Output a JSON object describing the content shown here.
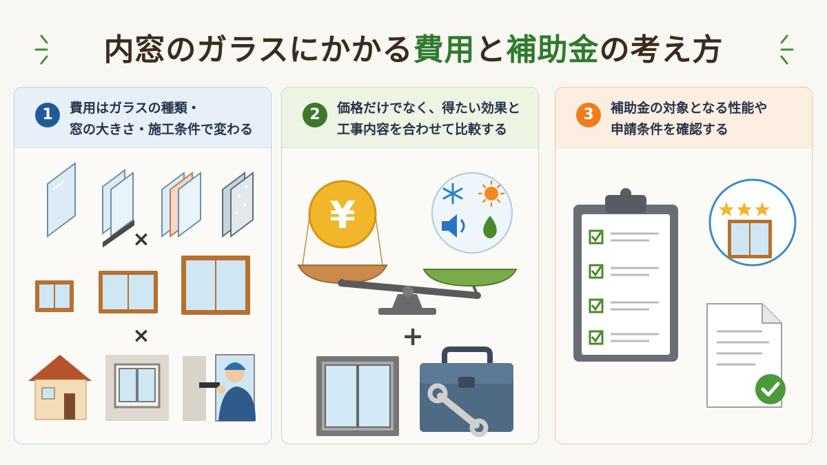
{
  "title": {
    "part1": "内窓のガラスにかかる",
    "part2": "費用",
    "part3": "と",
    "part4": "補助金",
    "part5": "の考え方"
  },
  "colors": {
    "blue_accent": "#1f5a9a",
    "green_accent": "#3a7a2a",
    "orange_accent": "#ef7d1a",
    "title_brown": "#3b2a1e",
    "title_green": "#2f7a2f"
  },
  "panels": [
    {
      "number": "1",
      "heading_line1": "費用はガラスの種類・",
      "heading_line2": "窓の大きさ・施工条件で変わる",
      "multiply_symbol_1": "×",
      "multiply_symbol_2": "×"
    },
    {
      "number": "2",
      "heading_line1": "価格だけでなく、得たい効果と",
      "heading_line2": "工事内容を合わせて比較する",
      "yen_symbol": "¥",
      "plus_symbol": "+"
    },
    {
      "number": "3",
      "heading_line1": "補助金の対象となる性能や",
      "heading_line2": "申請条件を確認する"
    }
  ],
  "icons": [
    "single-pane-glass-icon",
    "double-pane-glass-icon",
    "low-e-glass-icon",
    "frosted-glass-icon",
    "small-window-icon",
    "medium-window-icon",
    "large-window-icon",
    "house-icon",
    "interior-window-icon",
    "installer-worker-icon",
    "balance-scale-icon",
    "yen-coin-icon",
    "snowflake-icon",
    "sun-icon",
    "speaker-icon",
    "water-drop-icon",
    "sliding-window-icon",
    "toolbox-icon",
    "wrench-icon",
    "clipboard-checklist-icon",
    "star-rated-window-icon",
    "document-approved-icon"
  ]
}
